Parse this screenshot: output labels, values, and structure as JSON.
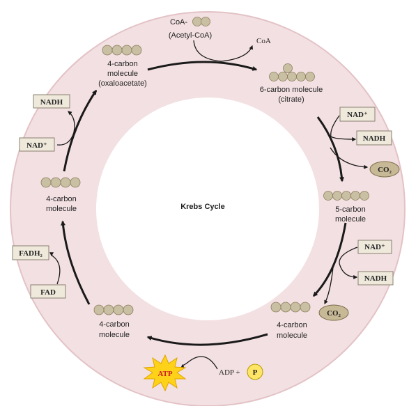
{
  "colors": {
    "ring_fill": "#f3e0e2",
    "ring_edge": "#e3c2c6",
    "center_fill": "#ffffff",
    "bead_fill": "#c9bfa3",
    "bead_edge": "#8c7f5e",
    "box_fill": "#efe9dc",
    "box_edge": "#8a8170",
    "co2_fill": "#c8b996",
    "p_fill": "#ffe566",
    "atp_fill": "#ffd21a",
    "arrow": "#1a1a1a"
  },
  "center": {
    "title": "Krebs Cycle"
  },
  "inputs": {
    "acetyl_prefix": "CoA-",
    "acetyl_name": "(Acetyl-CoA)",
    "coa_released": "CoA"
  },
  "molecules": {
    "oxaloacetate": {
      "line1": "4-carbon",
      "line2": "molecule",
      "line3": "(oxaloacetate)",
      "carbons": 4
    },
    "citrate": {
      "line1": "6-carbon molecule",
      "line2": "(citrate)",
      "carbons": 6
    },
    "five_carbon": {
      "line1": "5-carbon",
      "line2": "molecule",
      "carbons": 5
    },
    "four_carbon_right": {
      "line1": "4-carbon",
      "line2": "molecule",
      "carbons": 4
    },
    "four_carbon_bottom": {
      "line1": "4-carbon",
      "line2": "molecule",
      "carbons": 4
    },
    "four_carbon_left": {
      "line1": "4-carbon",
      "line2": "molecule",
      "carbons": 4
    }
  },
  "cofactors": {
    "nad_plus": "NAD⁺",
    "nadh": "NADH",
    "fad": "FAD",
    "fadh2": "FADH₂",
    "co2": "CO₂",
    "atp": "ATP",
    "adp_plus": "ADP +",
    "phosphate": "P"
  }
}
